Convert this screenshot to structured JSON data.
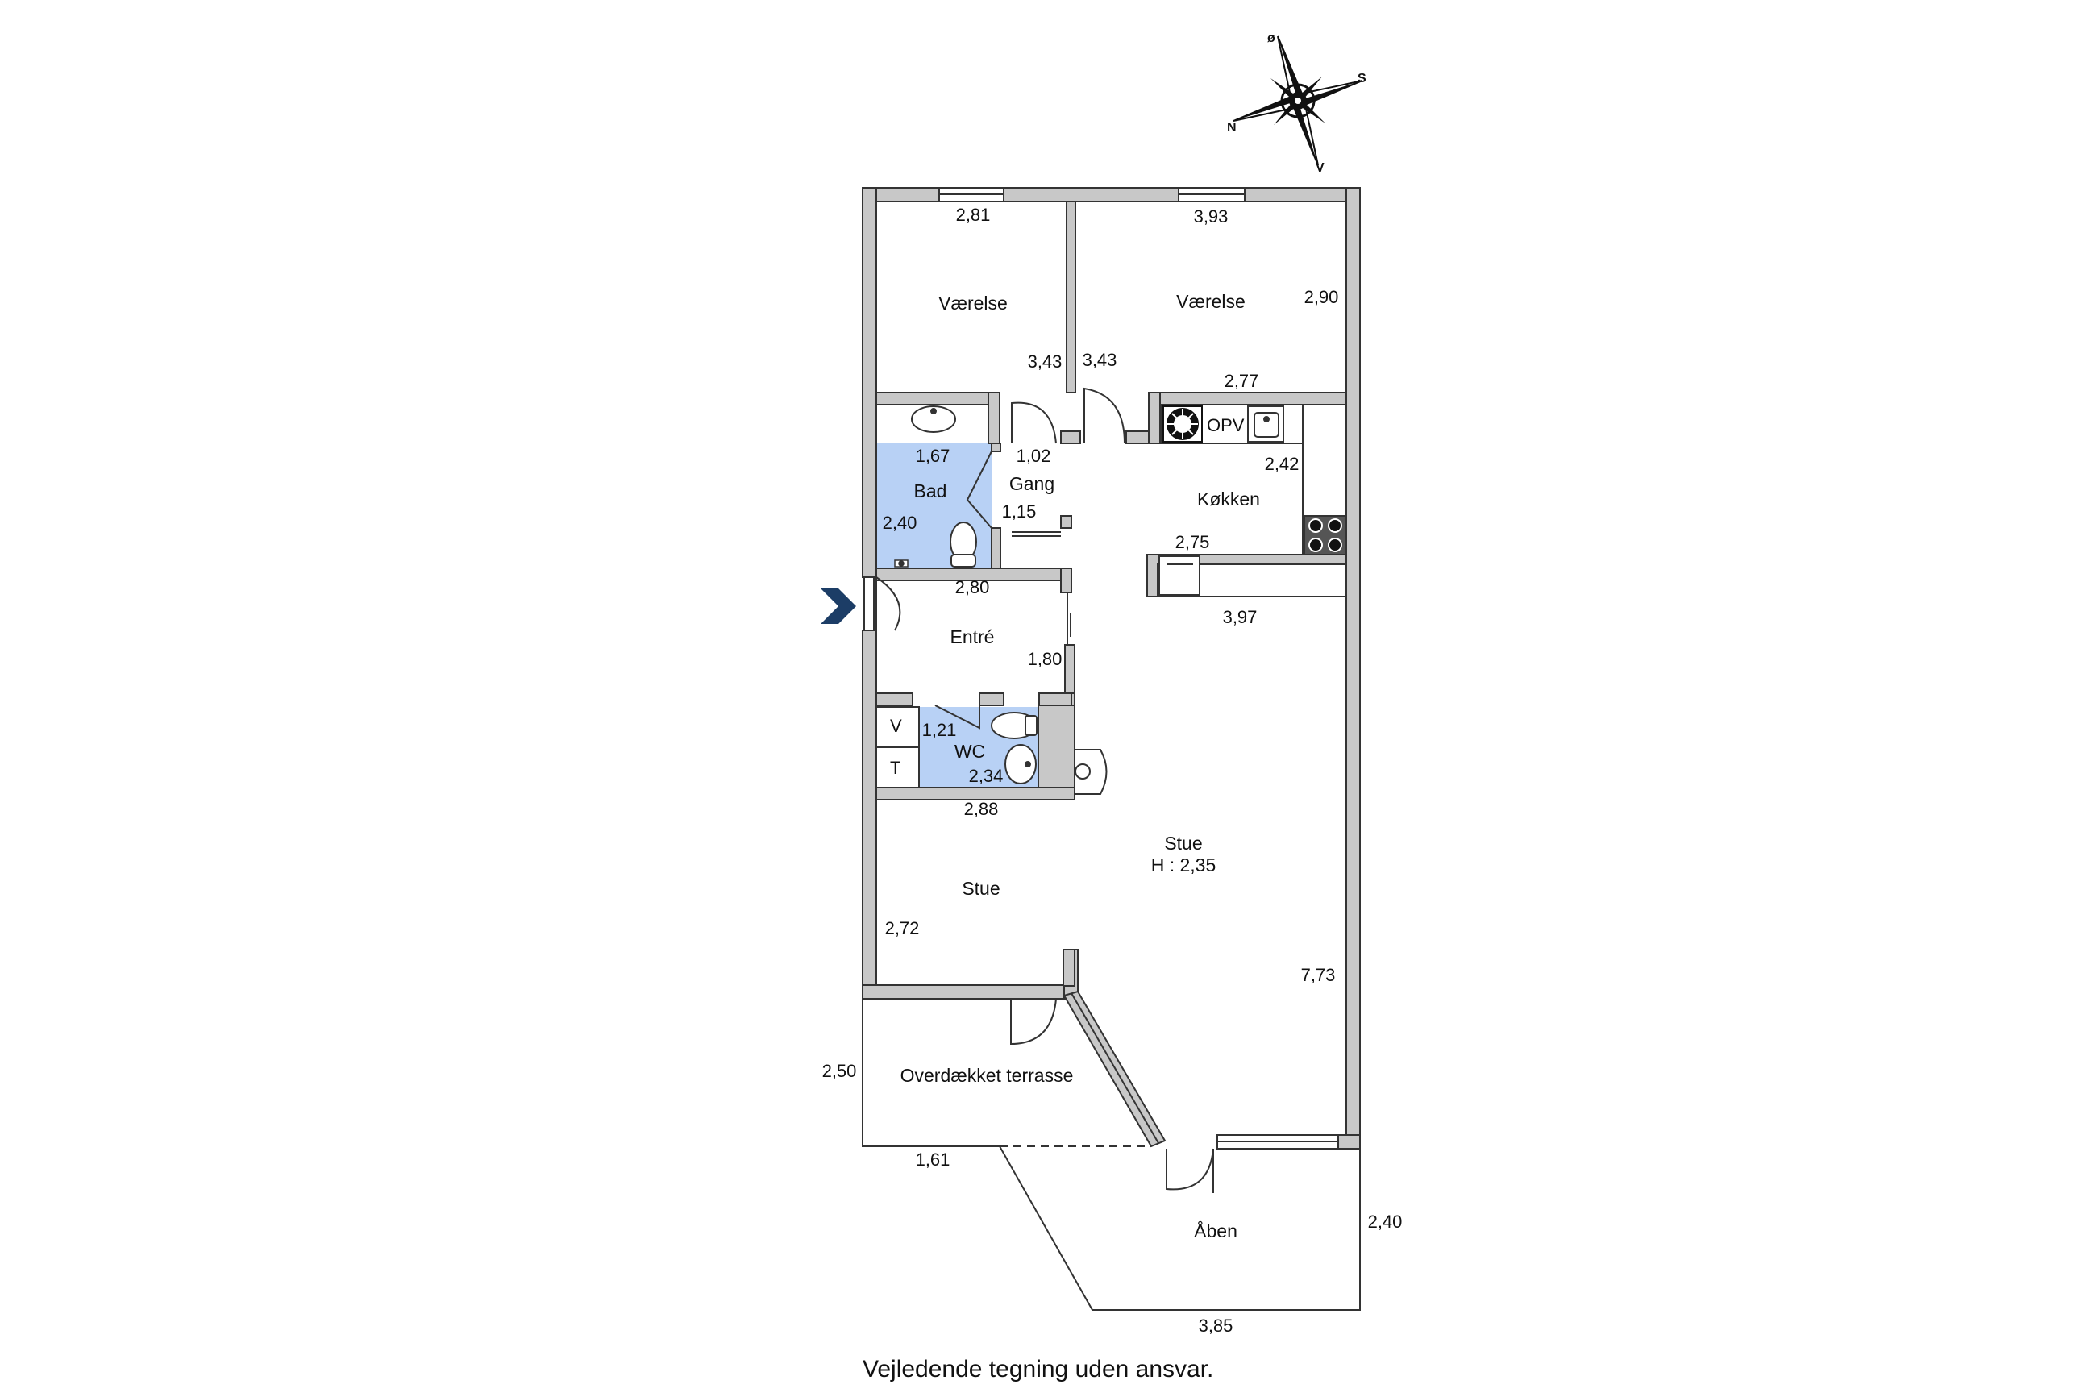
{
  "compass": {
    "n": "N",
    "e": "ø",
    "s": "S",
    "w": "V"
  },
  "rooms": {
    "bedroom1": "Værelse",
    "bedroom2": "Værelse",
    "bath": "Bad",
    "hall": "Gang",
    "kitchen": "Køkken",
    "entry": "Entré",
    "wc": "WC",
    "living_left": "Stue",
    "living_main": "Stue",
    "living_height": "H : 2,35",
    "terrace_covered": "Overdækket terrasse",
    "terrace_open": "Åben"
  },
  "fixtures": {
    "opv": "OPV",
    "v": "V",
    "t": "T"
  },
  "dimensions": {
    "bed1_width": "2,81",
    "bed1_depth": "3,43",
    "bed2_width": "3,93",
    "bed2_depth": "3,43",
    "bed2_side": "2,90",
    "kitchen_top": "2,77",
    "bath_width": "1,67",
    "bath_depth": "2,40",
    "hall_width": "1,02",
    "hall_depth": "1,15",
    "kitchen_side": "2,42",
    "kitchen_bottom": "2,75",
    "entry_width": "2,80",
    "entry_depth": "1,80",
    "living_width": "3,97",
    "wc_width": "1,21",
    "wc_depth": "2,34",
    "living_left_width": "2,88",
    "living_left_depth": "2,72",
    "living_depth": "7,73",
    "terrace_depth": "2,50",
    "terrace_width": "1,61",
    "open_depth": "2,40",
    "open_width": "3,85"
  },
  "caption": "Vejledende tegning uden ansvar."
}
